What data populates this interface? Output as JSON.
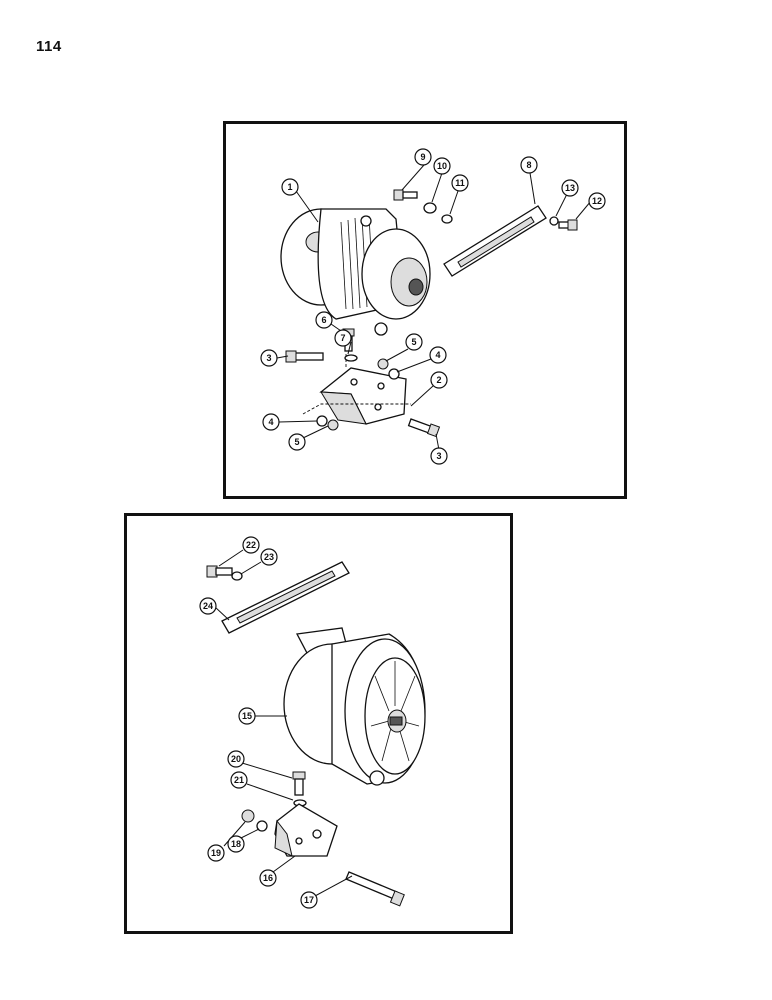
{
  "page": {
    "number": "114"
  },
  "top_diagram": {
    "callouts": [
      "1",
      "2",
      "3",
      "3",
      "4",
      "4",
      "5",
      "5",
      "6",
      "7",
      "8",
      "9",
      "10",
      "11",
      "12",
      "13"
    ]
  },
  "bottom_diagram": {
    "callouts": [
      "15",
      "16",
      "17",
      "18",
      "19",
      "20",
      "21",
      "22",
      "23",
      "24"
    ]
  }
}
